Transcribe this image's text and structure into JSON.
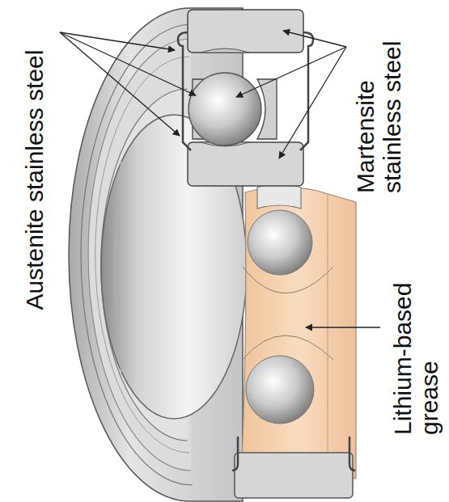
{
  "diagram": {
    "labels": [
      "Austenite stainless steel",
      "Martensite stainless steel",
      "Lithium-based grease"
    ]
  }
}
